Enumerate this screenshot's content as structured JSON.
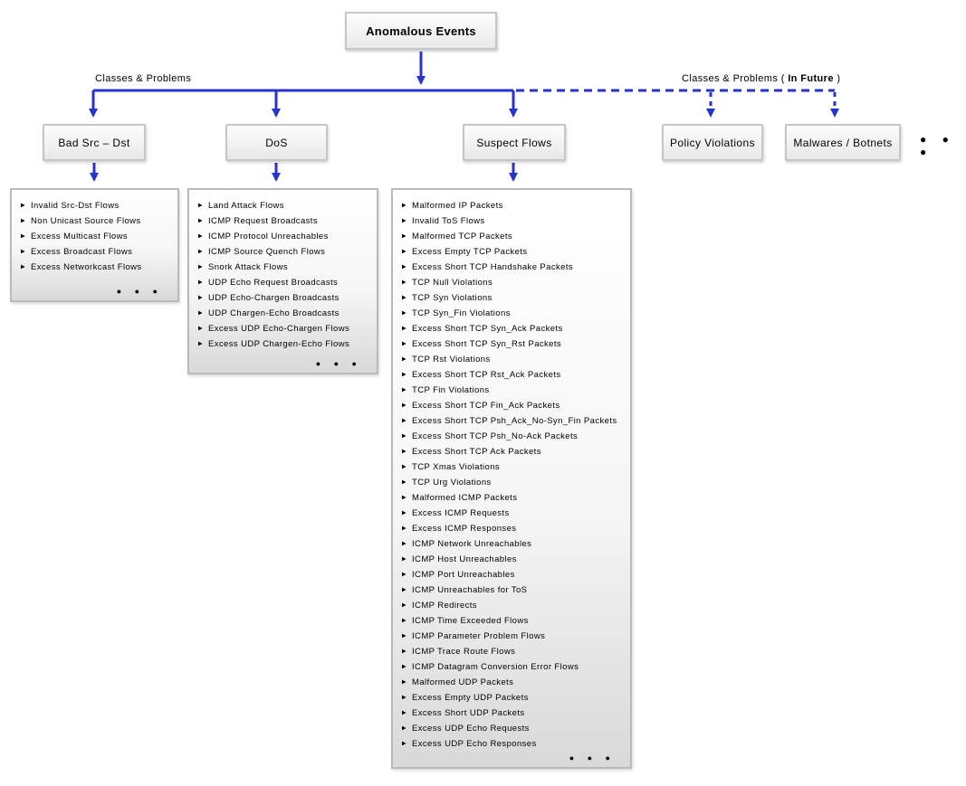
{
  "root": {
    "label": "Anomalous Events"
  },
  "branch_labels": {
    "solid": "Classes & Problems",
    "future_prefix": "Classes & Problems ( ",
    "future_bold": "In Future",
    "future_suffix": " )"
  },
  "colors": {
    "connector_blue": "#2832cc",
    "box_border_gray": "#c6c6c6",
    "list_border_gray": "#b9b9b9"
  },
  "icons": {
    "bullet": "▶",
    "more_dots": "● ● ●",
    "trailing_dots": "● ● ●"
  },
  "classes": {
    "bad_src_dst": {
      "label": "Bad Src – Dst",
      "items": [
        "Invalid Src-Dst Flows",
        "Non Unicast Source Flows",
        "Excess Multicast Flows",
        "Excess Broadcast Flows",
        "Excess Networkcast Flows"
      ]
    },
    "dos": {
      "label": "DoS",
      "items": [
        "Land Attack Flows",
        "ICMP Request Broadcasts",
        "ICMP Protocol Unreachables",
        "ICMP Source Quench Flows",
        "Snork Attack Flows",
        "UDP Echo Request Broadcasts",
        "UDP Echo-Chargen Broadcasts",
        "UDP Chargen-Echo Broadcasts",
        "Excess UDP Echo-Chargen Flows",
        "Excess UDP Chargen-Echo Flows"
      ]
    },
    "suspect_flows": {
      "label": "Suspect Flows",
      "items": [
        "Malformed IP Packets",
        "Invalid ToS Flows",
        "Malformed TCP Packets",
        "Excess Empty TCP Packets",
        "Excess Short TCP Handshake Packets",
        "TCP Null Violations",
        "TCP Syn Violations",
        "TCP Syn_Fin Violations",
        "Excess Short TCP Syn_Ack Packets",
        "Excess Short TCP Syn_Rst Packets",
        "TCP Rst Violations",
        "Excess Short TCP Rst_Ack Packets",
        "TCP Fin Violations",
        "Excess Short TCP Fin_Ack Packets",
        "Excess Short TCP Psh_Ack_No-Syn_Fin Packets",
        "Excess Short TCP Psh_No-Ack Packets",
        "Excess Short TCP Ack Packets",
        "TCP Xmas Violations",
        "TCP Urg Violations",
        "Malformed ICMP Packets",
        "Excess ICMP Requests",
        "Excess ICMP Responses",
        "ICMP Network Unreachables",
        "ICMP Host Unreachables",
        "ICMP Port Unreachables",
        "ICMP Unreachables for ToS",
        "ICMP Redirects",
        "ICMP Time Exceeded Flows",
        "ICMP Parameter Problem Flows",
        "ICMP Trace Route Flows",
        "ICMP Datagram Conversion Error Flows",
        "Malformed UDP Packets",
        "Excess Empty UDP Packets",
        "Excess Short UDP Packets",
        "Excess UDP Echo Requests",
        "Excess UDP Echo Responses"
      ]
    },
    "policy_violations": {
      "label": "Policy Violations"
    },
    "malwares_botnets": {
      "label": "Malwares / Botnets"
    }
  }
}
